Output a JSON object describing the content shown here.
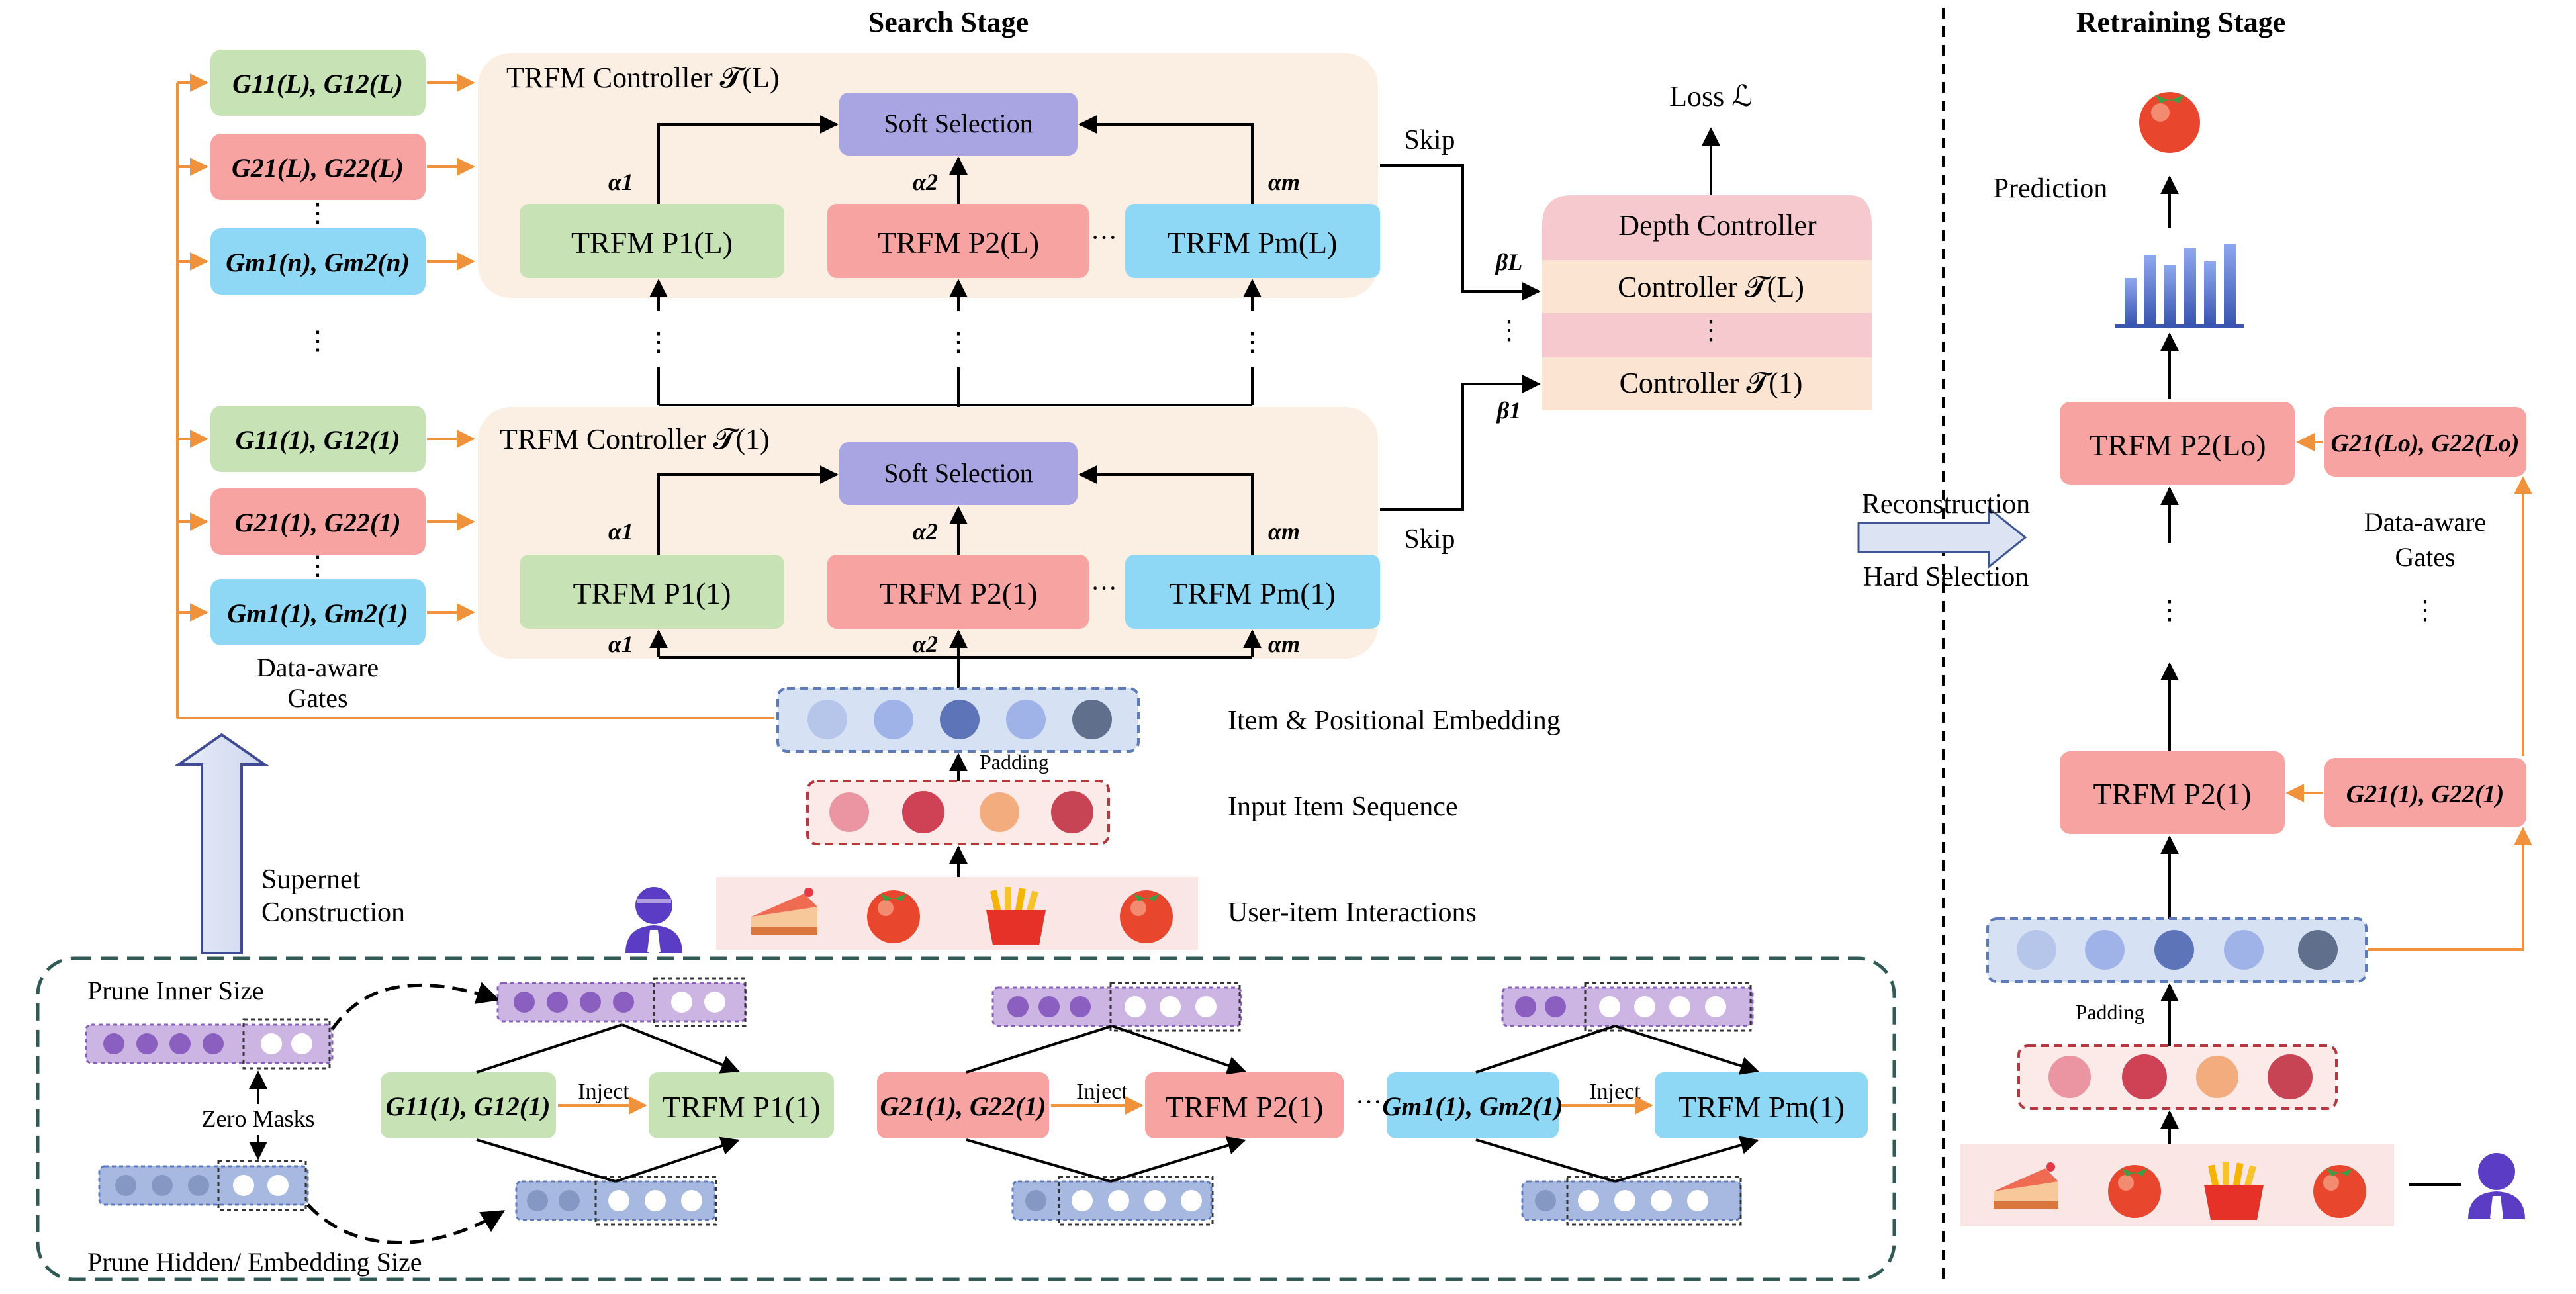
{
  "headings": {
    "search": "Search Stage",
    "retraining": "Retraining Stage"
  },
  "gates": {
    "g11_12_L": "G11(L), G12(L)",
    "g21_22_L": "G21(L), G22(L)",
    "gm1_m2_n": "Gm1(n), Gm2(n)",
    "g11_12_1": "G11(1), G12(1)",
    "g21_22_1": "G21(1), G22(1)",
    "gm1_m2_1": "Gm1(1), Gm2(1)",
    "data_aware": [
      "Data-aware",
      "Gates"
    ]
  },
  "controllers": {
    "top_title": "TRFM Controller 𝓣(L)",
    "bottom_title": "TRFM Controller 𝓣(1)",
    "soft_selection": "Soft Selection",
    "top_p1": "TRFM P1(L)",
    "top_p2": "TRFM P2(L)",
    "top_pm": "TRFM Pm(L)",
    "bot_p1": "TRFM P1(1)",
    "bot_p2": "TRFM P2(1)",
    "bot_pm": "TRFM Pm(1)",
    "alpha1": "α1",
    "alpha2": "α2",
    "alpham": "αm",
    "ellipsis_h": "···",
    "ellipsis_v": "⋮"
  },
  "depth": {
    "title": "Depth Controller",
    "ctrl_L": "Controller 𝓣(L)",
    "ctrl_1": "Controller 𝓣(1)",
    "loss": "Loss ℒ",
    "skip": "Skip",
    "betaL": "βL",
    "beta1": "β1"
  },
  "inputs": {
    "embedding_label": "Item & Positional Embedding",
    "padding": "Padding",
    "sequence_label": "Input Item Sequence",
    "interactions_label": "User-item Interactions",
    "supernet": [
      "Supernet",
      "Construction"
    ]
  },
  "prune": {
    "inner": "Prune Inner Size",
    "zero_masks": "Zero Masks",
    "hidden": "Prune Hidden/ Embedding Size",
    "inject": "Inject",
    "g1": "G11(1), G12(1)",
    "g2": "G21(1), G22(1)",
    "gm": "Gm1(1), Gm2(1)",
    "p1": "TRFM P1(1)",
    "p2": "TRFM P2(1)",
    "pm": "TRFM Pm(1)"
  },
  "transition": {
    "reconstruction": "Reconstruction",
    "hard_selection": "Hard Selection"
  },
  "retrain": {
    "prediction": "Prediction",
    "top_block": "TRFM P2(Lo)",
    "top_gate": "G21(Lo), G22(Lo)",
    "bottom_block": "TRFM P2(1)",
    "bottom_gate": "G21(1), G22(1)",
    "gates_label": [
      "Data-aware",
      "Gates"
    ],
    "padding": "Padding"
  },
  "colors": {
    "green": "#c7e3b6",
    "pink": "#f7a3a2",
    "blue": "#8fd8f5",
    "peach": "#fbeee2",
    "lavender": "#a9a5e3",
    "orange": "#f0913b",
    "depth_pink": "#f6c9cf",
    "depth_peach": "#fbe4d2"
  }
}
